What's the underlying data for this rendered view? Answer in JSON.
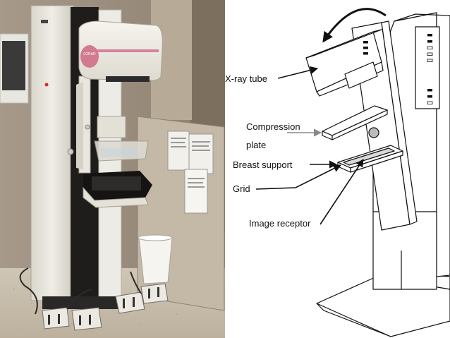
{
  "photo": {
    "gantry_brand_text": "LORAD"
  },
  "diagram": {
    "labels": {
      "xray_tube": "X-ray tube",
      "compression_plate_line1": "Compression",
      "compression_plate_line2": "plate",
      "breast_support": "Breast support",
      "grid": "Grid",
      "image_receptor": "Image receptor"
    }
  },
  "colors": {
    "wall": "#9c8e7a",
    "floor": "#c9bfae",
    "machine_body": "#e6e3da",
    "machine_dark": "#1f1d1c",
    "gantry_stripe": "#d4849a",
    "diagram_line": "#111111",
    "arrow_gray": "#888888"
  }
}
